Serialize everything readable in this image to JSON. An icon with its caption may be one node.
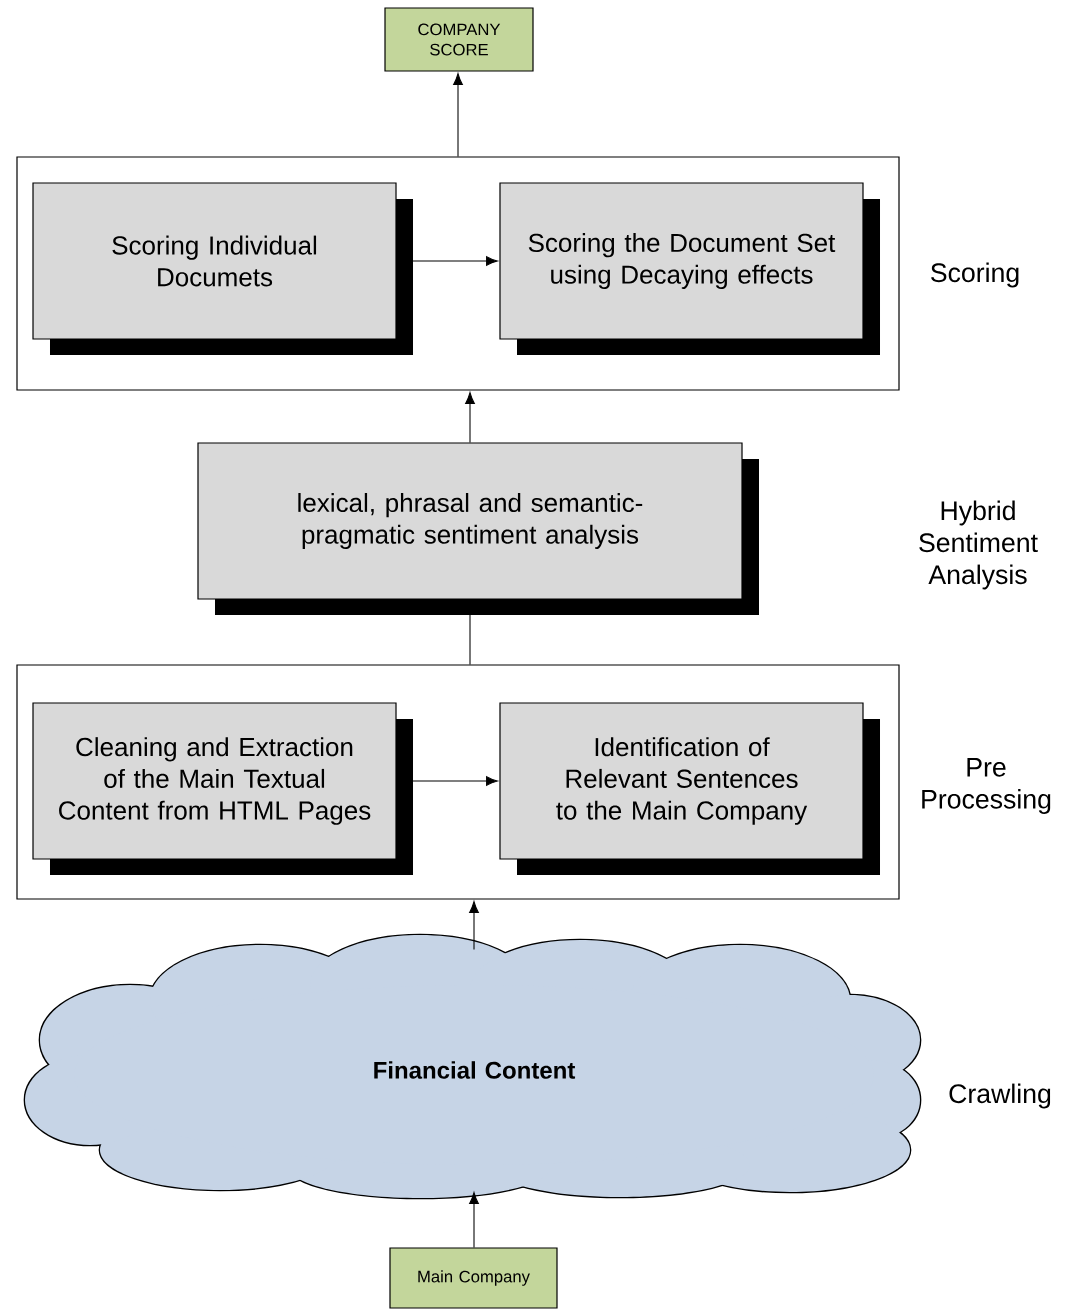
{
  "diagram": {
    "nodes": [
      {
        "text": [
          "COMPANY SCORE"
        ]
      },
      {
        "text": [],
        "shape": "box",
        "beside": [
          "Scoring"
        ]
      },
      {
        "text": [
          "Scoring Individual Documets"
        ],
        "in": 1
      },
      {
        "text": [
          "Scoring the Document Set using Decaying effects"
        ],
        "in": 1
      },
      {
        "text": [
          "lexical, phrasal and semantic-pragmatic sentiment analysis"
        ]
      },
      {
        "text": [],
        "shape": "box",
        "beside": [
          "Pre Processing"
        ]
      },
      {
        "text": [
          "Cleaning and Extraction of the Main Textual Content from HTML Pages"
        ],
        "in": 5
      },
      {
        "text": [
          "Identification of Relevant Sentences to the Main Company"
        ],
        "in": 5
      },
      {
        "text": [
          "Financial Content"
        ],
        "beside": [
          "Crawling"
        ]
      },
      {
        "text": [
          "Main Company"
        ]
      }
    ],
    "edges": [
      {
        "from": 9,
        "to": 8,
        "arrow": "to"
      },
      {
        "from": 8,
        "to": 5,
        "arrow": "to"
      },
      {
        "from": 5,
        "to": 4,
        "arrow": "none"
      },
      {
        "from": 4,
        "to": 1,
        "arrow": "to"
      },
      {
        "from": 2,
        "to": 3,
        "arrow": "to"
      },
      {
        "from": 6,
        "to": 7,
        "arrow": "to"
      },
      {
        "from": 1,
        "to": 0,
        "arrow": "to"
      }
    ],
    "labels": [
      "Hybrid Sentiment Analysis"
    ]
  }
}
